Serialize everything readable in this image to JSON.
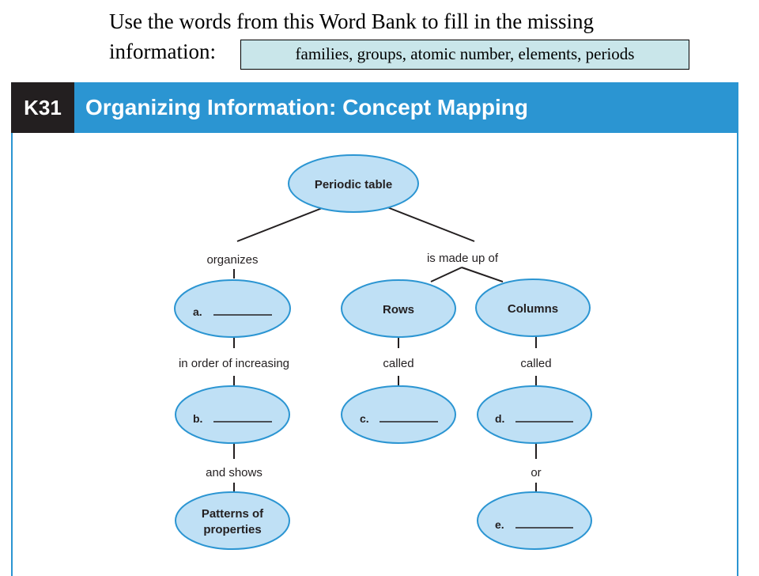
{
  "instruction": {
    "line1": "Use the words from this Word Bank to fill in the missing",
    "line2": "information:"
  },
  "word_bank": "families, groups, atomic number, elements, periods",
  "header": {
    "code": "K31",
    "title": "Organizing Information: Concept Mapping"
  },
  "nodes": {
    "periodic_table": "Periodic table",
    "a": "a.",
    "rows": "Rows",
    "columns": "Columns",
    "b": "b.",
    "c": "c.",
    "d": "d.",
    "patterns_line1": "Patterns of",
    "patterns_line2": "properties",
    "e": "e."
  },
  "links": {
    "organizes": "organizes",
    "made_up_of": "is made up of",
    "increasing": "in order of increasing",
    "called_rows": "called",
    "called_columns": "called",
    "and_shows": "and shows",
    "or": "or"
  },
  "colors": {
    "node_fill": "#bfe0f5",
    "node_stroke": "#2b95d2",
    "header_blue": "#2b95d2",
    "header_dark": "#231f20"
  }
}
